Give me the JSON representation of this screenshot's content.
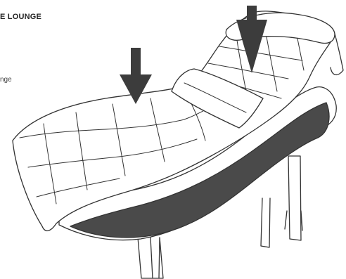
{
  "header": {
    "title": "E LOUNGE",
    "subtitle": "nge"
  },
  "illustration": {
    "subject": "chaise-lounge",
    "arrow_color": "#3c3c3c",
    "base_color": "#4a4a4a",
    "line_color": "#333333"
  }
}
